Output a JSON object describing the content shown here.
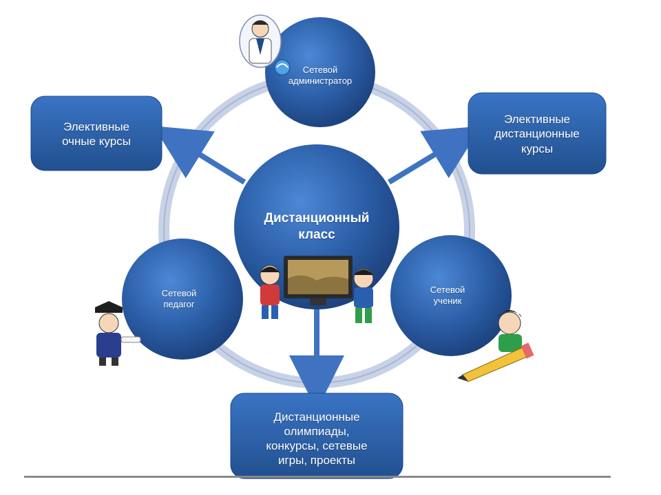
{
  "diagram": {
    "center": {
      "label": "Дистанционный\nкласс"
    },
    "nodes": {
      "admin": "Сетевой\nадминистратор",
      "teacher": "Сетевой\nпедагог",
      "student": "Сетевой\nученик"
    },
    "boxes": {
      "left": "Элективные\nочные курсы",
      "right": "Элективные\nдистанционные\nкурсы",
      "bottom": "Дистанционные\nолимпиады,\nконкурсы, сетевые\nигры, проекты"
    },
    "illustrations": {
      "admin": "cartoon-network-admin-icon",
      "teacher": "cartoon-teacher-icon",
      "student": "cartoon-student-with-pencil-icon",
      "center": "cartoon-kids-with-monitor-icon"
    }
  },
  "colors": {
    "circle_fill": "#2c5fa8",
    "circle_dark": "#1d4a8c",
    "ring": "#c5cfe3",
    "arrow": "#3f73c2",
    "box_fill": "#2b5ea7"
  }
}
